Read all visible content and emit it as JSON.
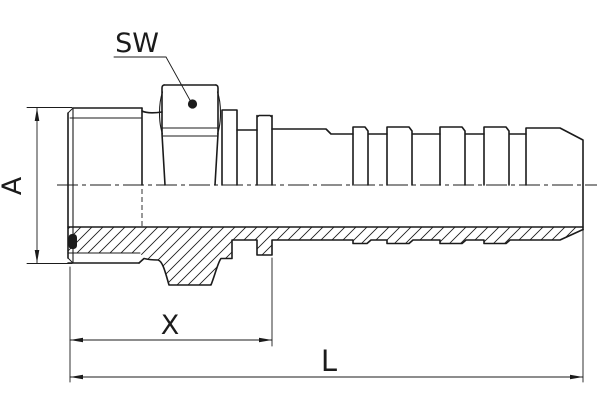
{
  "drawing": {
    "background": "#ffffff",
    "line_color": "#1b1b1b",
    "labels": {
      "sw": "SW",
      "a": "A",
      "x": "X",
      "l": "L"
    }
  }
}
